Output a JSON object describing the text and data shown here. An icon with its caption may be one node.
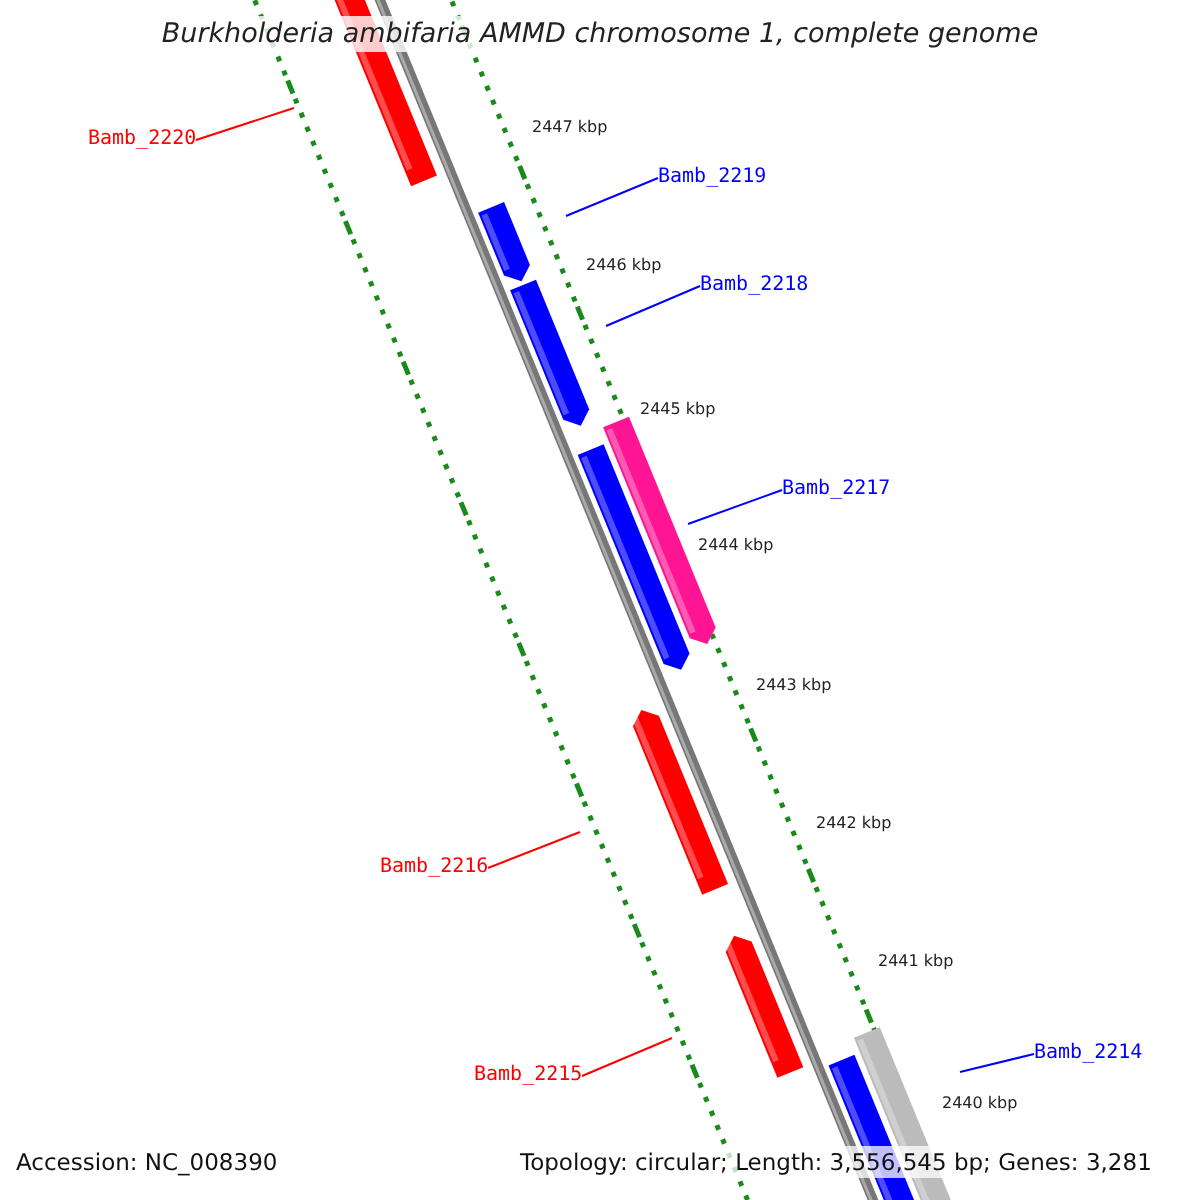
{
  "diagram": {
    "title": "Burkholderia ambifaria AMMD chromosome 1, complete genome",
    "nodes": [
      {
        "text": [
          "Bamb_2220"
        ]
      },
      {
        "text": [
          "Bamb_2219"
        ]
      },
      {
        "text": [
          "Bamb_2218"
        ]
      },
      {
        "text": [
          "Bamb_2217"
        ]
      },
      {
        "text": [
          "Bamb_2216"
        ]
      },
      {
        "text": [
          "Bamb_2215"
        ]
      },
      {
        "text": [
          "Bamb_2214"
        ]
      }
    ],
    "edges": [
      {
        "from": 0,
        "to": null,
        "arrow": "none",
        "color": "#ff0000"
      },
      {
        "from": 1,
        "to": null,
        "arrow": "none"
      },
      {
        "from": 2,
        "to": null,
        "arrow": "none"
      },
      {
        "from": 3,
        "to": null,
        "arrow": "none"
      },
      {
        "from": 4,
        "to": null,
        "arrow": "none",
        "color": "#ff0000"
      },
      {
        "from": 5,
        "to": null,
        "arrow": "none",
        "color": "#ff0000"
      },
      {
        "from": 6,
        "to": null,
        "arrow": "none"
      }
    ],
    "labels": [
      "2447 kbp",
      "2446 kbp",
      "2445 kbp",
      "2444 kbp",
      "2443 kbp",
      "2442 kbp",
      "2441 kbp",
      "2440 kbp",
      "Accession: NC_008390",
      "Topology: circular; Length: 3,556,545 bp; Genes: 3,281"
    ]
  }
}
